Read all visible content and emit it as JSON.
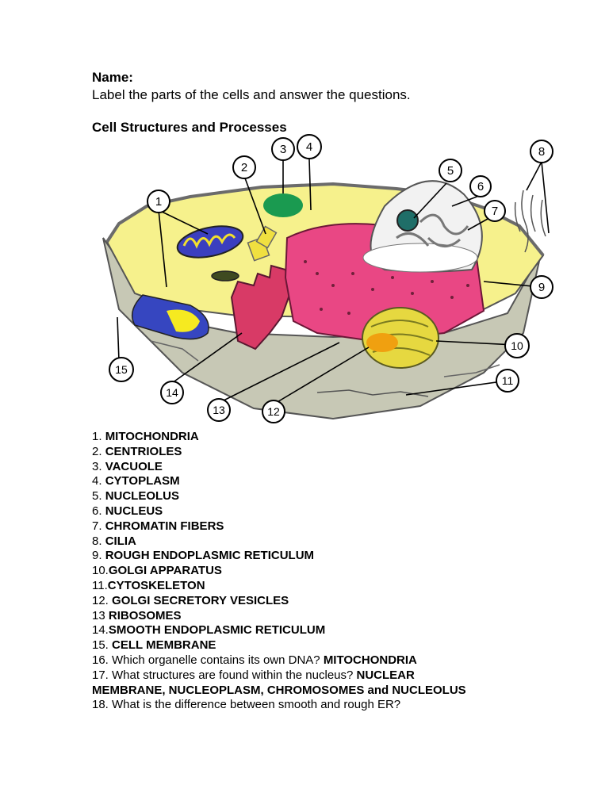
{
  "header": {
    "name_label": "Name:",
    "instructions": "Label the parts of the cells and answer the questions.",
    "section_title": "Cell Structures and Processes"
  },
  "diagram": {
    "callouts": [
      "1",
      "2",
      "3",
      "4",
      "5",
      "6",
      "7",
      "8",
      "9",
      "10",
      "11",
      "12",
      "13",
      "14",
      "15"
    ]
  },
  "answers": [
    {
      "num": "1. ",
      "value": " MITOCHONDRIA"
    },
    {
      "num": "2. ",
      "value": "CENTRIOLES"
    },
    {
      "num": "3. ",
      "value": "VACUOLE"
    },
    {
      "num": "4. ",
      "value": " CYTOPLASM"
    },
    {
      "num": "5. ",
      "value": "NUCLEOLUS"
    },
    {
      "num": "6. ",
      "value": "NUCLEUS"
    },
    {
      "num": "7. ",
      "value": " CHROMATIN FIBERS"
    },
    {
      "num": "8. ",
      "value": "CILIA"
    },
    {
      "num": "9. ",
      "value": "ROUGH ENDOPLASMIC RETICULUM"
    },
    {
      "num": "10.",
      "value": "GOLGI APPARATUS"
    },
    {
      "num": "11.",
      "value": "CYTOSKELETON"
    },
    {
      "num": "12. ",
      "value": "GOLGI SECRETORY VESICLES"
    },
    {
      "num": "13 ",
      "value": "RIBOSOMES"
    },
    {
      "num": "14.",
      "value": "SMOOTH ENDOPLASMIC RETICULUM"
    },
    {
      "num": "15. ",
      "value": "CELL MEMBRANE"
    }
  ],
  "questions": [
    {
      "q": "16. Which organelle contains its own DNA?  ",
      "a": "MITOCHONDRIA"
    },
    {
      "q": "17. What structures are found within the nucleus? ",
      "a": "NUCLEAR MEMBRANE, NUCLEOPLASM, CHROMOSOMES and NUCLEOLUS"
    },
    {
      "q": "18. What is the difference between smooth and rough ER?",
      "a": ""
    }
  ],
  "colors": {
    "cytoplasm": "#f5f08a",
    "cell_base": "#c8c8b8",
    "rough_er": "#e23a78",
    "golgi": "#e8d840",
    "vacuole": "#1a9a50",
    "nucleus": "#f0f0f0",
    "nucleolus": "#1f6e68"
  }
}
